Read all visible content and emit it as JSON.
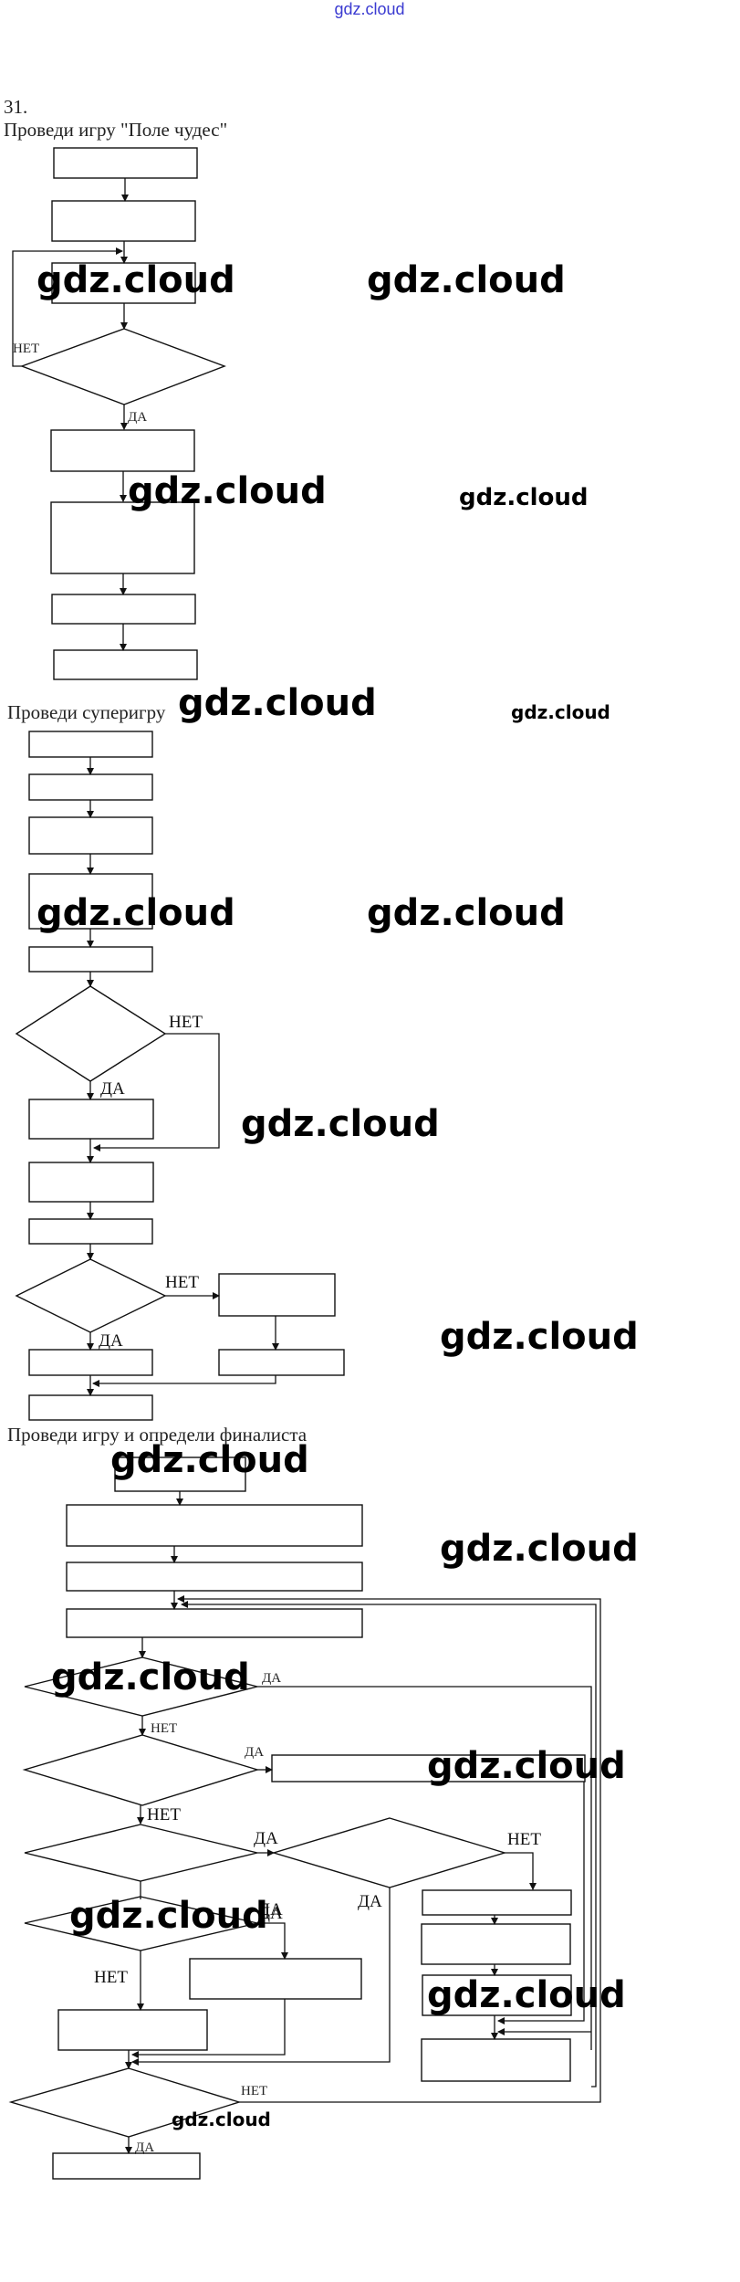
{
  "header": {
    "site_watermark": "gdz.cloud"
  },
  "task_number": "31.",
  "sections": [
    {
      "title": "Проведи игру \"Поле чудес\""
    },
    {
      "title": "Проведи суперигру"
    },
    {
      "title": "Проведи игру и определи финалиста"
    }
  ],
  "labels": {
    "yes": "ДА",
    "no": "НЕТ"
  },
  "watermarks": [
    "gdz.cloud",
    "gdz.cloud",
    "gdz.cloud",
    "gdz.cloud",
    "gdz.cloud",
    "gdz.cloud",
    "gdz.cloud",
    "gdz.cloud",
    "gdz.cloud",
    "gdz.cloud",
    "gdz.cloud",
    "gdz.cloud",
    "gdz.cloud",
    "gdz.cloud",
    "gdz.cloud",
    "gdz.cloud",
    "gdz.cloud"
  ]
}
